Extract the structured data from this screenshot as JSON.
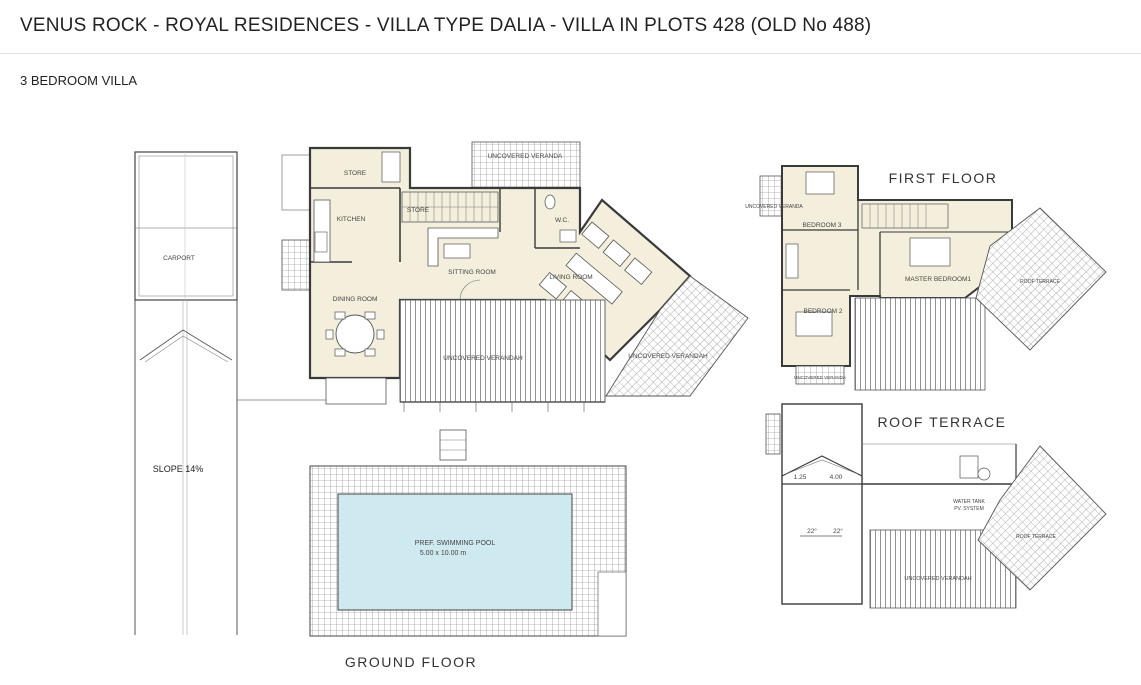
{
  "header": {
    "title": "VENUS ROCK - ROYAL RESIDENCES - VILLA TYPE DALIA - VILLA IN PLOTS 428 (OLD No 488)",
    "subtitle": "3 BEDROOM VILLA"
  },
  "floors": {
    "ground": "GROUND FLOOR",
    "first": "FIRST FLOOR",
    "roof": "ROOF TERRACE"
  },
  "ground_labels": {
    "carport": "CARPORT",
    "slope": "SLOPE 14%",
    "store": "STORE",
    "kitchen": "KITCHEN",
    "dining": "DINING ROOM",
    "sitting": "SITTING ROOM",
    "living": "LIVING ROOM",
    "wc": "W.C.",
    "store2": "STORE",
    "uncovered_veranda_top": "UNCOVERED VERANDA",
    "uncovered_verandah_1": "UNCOVERED VERANDAH",
    "uncovered_verandah_2": "UNCOVERED VERANDAH",
    "pool_title": "PREF. SWIMMING POOL",
    "pool_size": "5.00 x 10.00 m"
  },
  "first_labels": {
    "uncovered_veranda": "UNCOVERED VERANDA",
    "bedroom3": "BEDROOM 3",
    "bedroom2": "BEDROOM 2",
    "master": "MASTER BEDROOM1",
    "roof_terrace": "ROOF TERRACE",
    "uncovered_veranda_bottom": "UNCOVERED VERANDA"
  },
  "roof_labels": {
    "water_tank": "WATER TANK",
    "pv_system": "PV. SYSTEM",
    "roof_terrace": "ROOF TERRACE",
    "uncovered_verandah": "UNCOVERED VERANDAH",
    "dim_a": "1.25",
    "dim_b": "4.00",
    "slope_a": "22°",
    "slope_b": "22°"
  },
  "colors": {
    "wall": "#3a3a3a",
    "room_fill": "#f3efdc",
    "line": "#666666",
    "pool": "#cfe9f1"
  }
}
